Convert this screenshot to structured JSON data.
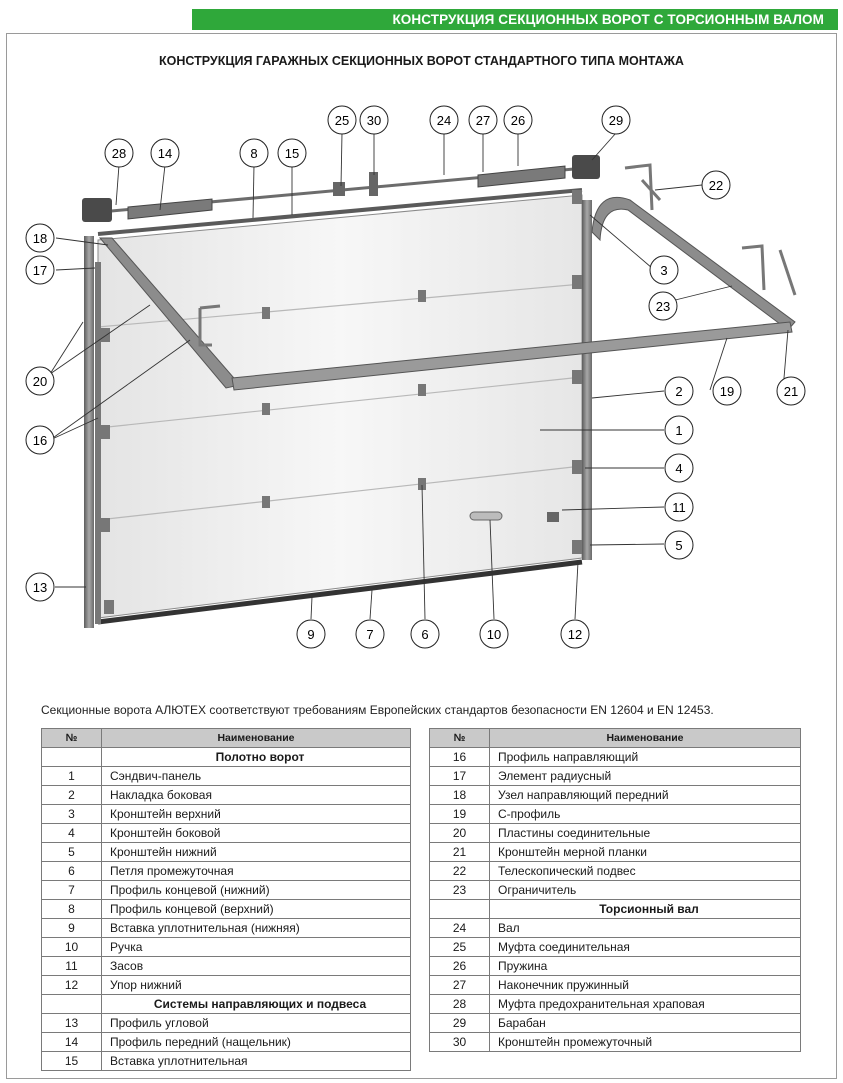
{
  "header": {
    "banner": "КОНСТРУКЦИЯ СЕКЦИОННЫХ ВОРОТ С ТОРСИОННЫМ ВАЛОМ"
  },
  "document": {
    "title": "КОНСТРУКЦИЯ ГАРАЖНЫХ СЕКЦИОННЫХ ВОРОТ СТАНДАРТНОГО ТИПА  МОНТАЖА",
    "intro": "Секционные ворота АЛЮТЕХ соответствуют требованиям Европейских стандартов безопасности EN 12604  и EN 12453."
  },
  "diagram": {
    "callouts": [
      "1",
      "2",
      "3",
      "4",
      "5",
      "6",
      "7",
      "8",
      "9",
      "10",
      "11",
      "12",
      "13",
      "14",
      "15",
      "16",
      "17",
      "18",
      "19",
      "20",
      "21",
      "22",
      "23",
      "24",
      "25",
      "26",
      "27",
      "28",
      "29",
      "30"
    ]
  },
  "tables": {
    "header_num": "№",
    "header_name": "Наименование",
    "left": [
      {
        "section": "Полотно ворот"
      },
      {
        "num": "1",
        "name": "Сэндвич-панель"
      },
      {
        "num": "2",
        "name": "Накладка боковая"
      },
      {
        "num": "3",
        "name": "Кронштейн верхний"
      },
      {
        "num": "4",
        "name": "Кронштейн боковой"
      },
      {
        "num": "5",
        "name": "Кронштейн нижний"
      },
      {
        "num": "6",
        "name": "Петля промежуточная"
      },
      {
        "num": "7",
        "name": "Профиль концевой (нижний)"
      },
      {
        "num": "8",
        "name": "Профиль концевой (верхний)"
      },
      {
        "num": "9",
        "name": "Вставка уплотнительная (нижняя)"
      },
      {
        "num": "10",
        "name": "Ручка"
      },
      {
        "num": "11",
        "name": "Засов"
      },
      {
        "num": "12",
        "name": "Упор нижний"
      },
      {
        "section": "Системы направляющих и подвеса"
      },
      {
        "num": "13",
        "name": "Профиль угловой"
      },
      {
        "num": "14",
        "name": "Профиль передний (нащельник)"
      },
      {
        "num": "15",
        "name": "Вставка уплотнительная"
      }
    ],
    "right": [
      {
        "num": "16",
        "name": "Профиль направляющий"
      },
      {
        "num": "17",
        "name": "Элемент радиусный"
      },
      {
        "num": "18",
        "name": "Узел направляющий передний"
      },
      {
        "num": "19",
        "name": "С-профиль"
      },
      {
        "num": "20",
        "name": "Пластины соединительные"
      },
      {
        "num": "21",
        "name": "Кронштейн мерной планки"
      },
      {
        "num": "22",
        "name": "Телескопический подвес"
      },
      {
        "num": "23",
        "name": "Ограничитель"
      },
      {
        "section": "Торсионный вал"
      },
      {
        "num": "24",
        "name": "Вал"
      },
      {
        "num": "25",
        "name": "Муфта соединительная"
      },
      {
        "num": "26",
        "name": "Пружина"
      },
      {
        "num": "27",
        "name": "Наконечник пружинный"
      },
      {
        "num": "28",
        "name": "Муфта предохранительная храповая"
      },
      {
        "num": "29",
        "name": "Барабан"
      },
      {
        "num": "30",
        "name": "Кронштейн промежуточный"
      }
    ]
  },
  "colors": {
    "banner": "#2fa83a",
    "table_header": "#c9c9c9"
  }
}
